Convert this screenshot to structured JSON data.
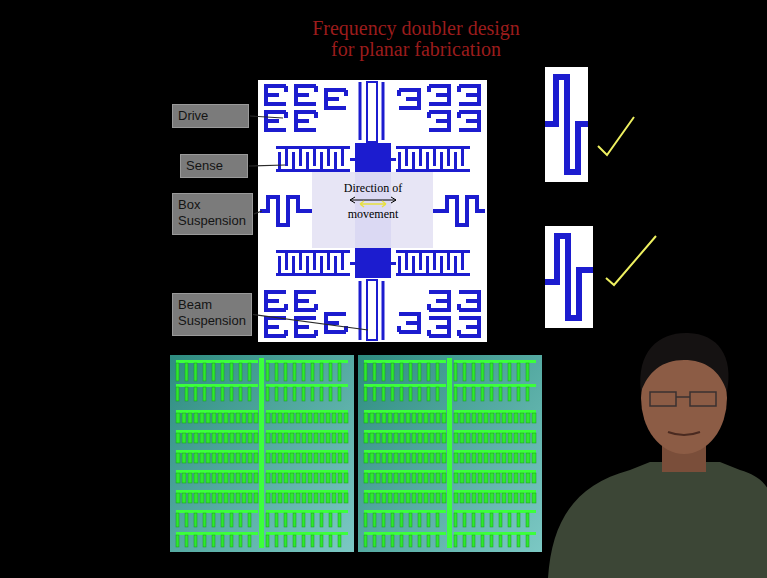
{
  "diagram": {
    "title": "Frequency doubler design for planar fabrication",
    "nodes": [
      {
        "text": [
          "Drive"
        ]
      },
      {
        "text": [
          "Sense"
        ]
      },
      {
        "text": [
          "Box Suspension"
        ]
      },
      {
        "text": [
          "Beam Suspension"
        ]
      }
    ],
    "labels": [
      "Direction of movement"
    ]
  }
}
